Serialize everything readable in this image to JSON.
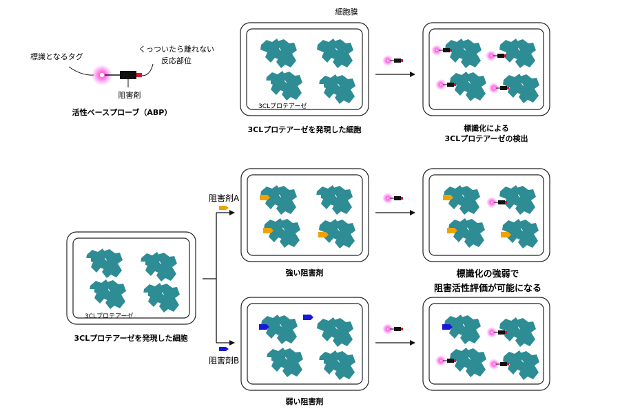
{
  "labels": {
    "membrane": "細胞膜",
    "tag": "標識となるタグ",
    "warhead_line1": "くっついたら離れない",
    "warhead_line2": "反応部位",
    "inhibitor": "阻害剤",
    "abp": "活性ベースプローブ（ABP）",
    "protease_small": "3CLプロテアーゼ",
    "cell_caption": "3CLプロテアーゼを発現した細胞",
    "detect_line1": "標識化による",
    "detect_line2": "3CLプロテアーゼの検出",
    "inhibitor_a": "阻害剤A",
    "inhibitor_b": "阻害剤B",
    "strong": "強い阻害剤",
    "weak": "弱い阻害剤",
    "result_line1": "標識化の強弱で",
    "result_line2": "阻害活性評価が可能になる"
  },
  "colors": {
    "protein": "#2e8c95",
    "glow": "#ff44dd",
    "probe_body": "#111111",
    "probe_tip": "#e0102a",
    "inhibitor_a": "#f0a300",
    "inhibitor_b": "#1818d8",
    "frame": "#222222"
  },
  "icons": {
    "protein": "protease-icon",
    "probe": "probe-icon",
    "inhibitor": "inhibitor-icon"
  }
}
